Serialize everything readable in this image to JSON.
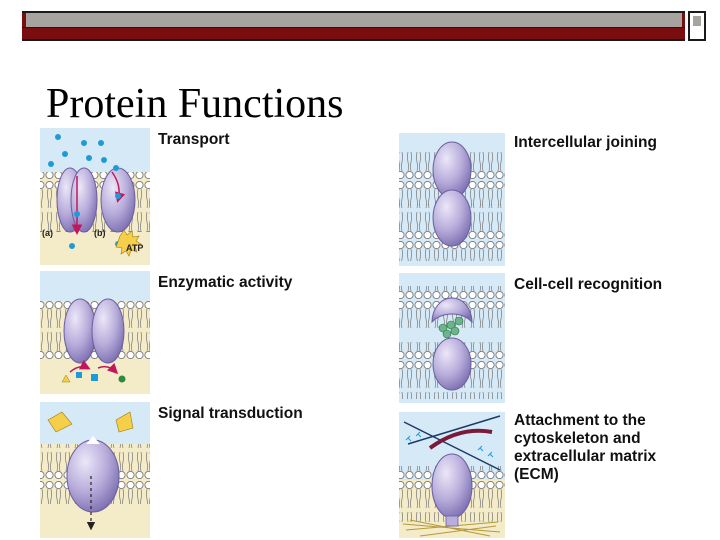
{
  "slide": {
    "title": "Protein Functions"
  },
  "panels": {
    "transport": {
      "label": "Transport",
      "sub_a": "(a)",
      "sub_b": "(b)",
      "atp": "ATP"
    },
    "enzymatic": {
      "label": "Enzymatic activity"
    },
    "signal": {
      "label": "Signal transduction"
    },
    "joining": {
      "label": "Intercellular joining"
    },
    "recognition": {
      "label": "Cell-cell recognition"
    },
    "attachment": {
      "label_lines": [
        "Attachment to the",
        "cytoskeleton and",
        "extracellular matrix",
        "(ECM)"
      ]
    }
  },
  "colors": {
    "slide_bar": "#7a0d0f",
    "extracellular": "#d6e9f7",
    "cytoplasm": "#f4ebc8",
    "protein": "#b8addb",
    "arrow": "#c2185b",
    "solute": "#1e9bd7",
    "signal": "#f6cf4a"
  }
}
